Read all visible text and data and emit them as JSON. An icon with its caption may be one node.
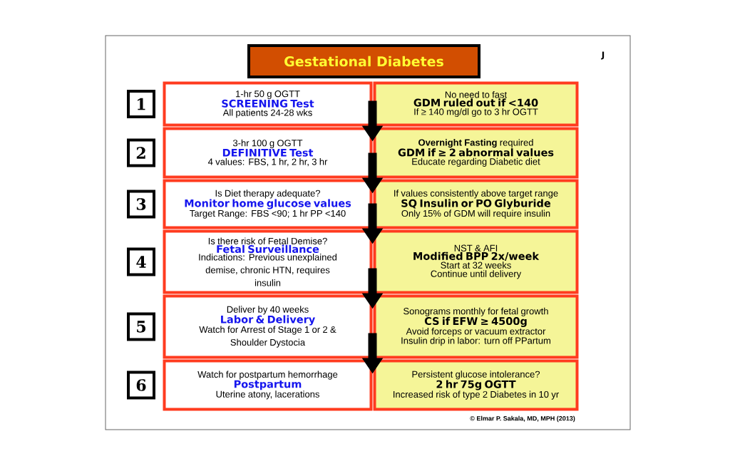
{
  "diagram": {
    "title": "Gestational Diabetes",
    "nodes": [
      {
        "text": [
          "1"
        ]
      },
      {
        "text": [
          "1-hr 50 g OGTT",
          "SCREENING Test",
          "All patients 24-28 wks"
        ]
      },
      {
        "text": [
          "No need to fast",
          "GDM ruled out if <140",
          "If ≥ 140 mg/dl go to 3 hr OGTT"
        ]
      },
      {
        "text": [
          "2"
        ]
      },
      {
        "text": [
          "3-hr 100 g OGTT",
          "DEFINITIVE Test",
          "4 values: FBS, 1 hr, 2 hr, 3 hr"
        ]
      },
      {
        "text": [
          "**Overnight Fasting** required",
          "GDM if ≥ 2 abnormal values",
          "Educate regarding Diabetic diet"
        ]
      },
      {
        "text": [
          "3"
        ]
      },
      {
        "text": [
          "Is Diet therapy adequate?",
          "Monitor home glucose values",
          "Target Range: FBS <90;  1 hr PP <140"
        ]
      },
      {
        "text": [
          "If values consistently above target range",
          "SQ Insulin or PO Glyburide",
          "Only 15% of GDM will require insulin"
        ]
      },
      {
        "text": [
          "4"
        ]
      },
      {
        "text": [
          "Is there risk of Fetal Demise?",
          "Fetal Surveillance",
          "Indications: Previous unexplained demise, chronic HTN, requires insulin"
        ]
      },
      {
        "text": [
          "NST & AFI",
          "Modified BPP 2x/week",
          "Start at 32 weeks",
          "Continue until delivery"
        ]
      },
      {
        "text": [
          "5"
        ]
      },
      {
        "text": [
          "Deliver by 40 weeks",
          "Labor & Delivery",
          "Watch for Arrest of Stage 1 or 2 & Shoulder Dystocia"
        ]
      },
      {
        "text": [
          "Sonograms monthly for fetal  growth",
          "CS if EFW ≥ 4500g",
          "Avoid forceps or vacuum extractor",
          "Insulin drip in labor: turn off PPartum"
        ]
      },
      {
        "text": [
          "6"
        ]
      },
      {
        "text": [
          "Watch for postpartum hemorrhage",
          "Postpartum",
          "Uterine atony, lacerations"
        ]
      },
      {
        "text": [
          "Persistent glucose intolerance?",
          "2 hr 75g OGTT",
          "Increased risk of type 2 Diabetes in 10 yr"
        ]
      }
    ],
    "edges": [
      {
        "from": 1,
        "to": 4,
        "arrow": "to"
      },
      {
        "from": 4,
        "to": 7,
        "arrow": "to"
      },
      {
        "from": 7,
        "to": 10,
        "arrow": "to"
      },
      {
        "from": 10,
        "to": 13,
        "arrow": "to"
      },
      {
        "from": 13,
        "to": 16,
        "arrow": "to"
      }
    ],
    "labels": [
      "J",
      "© Elmar P. Sakala, MD, MPH  (2013)"
    ]
  }
}
